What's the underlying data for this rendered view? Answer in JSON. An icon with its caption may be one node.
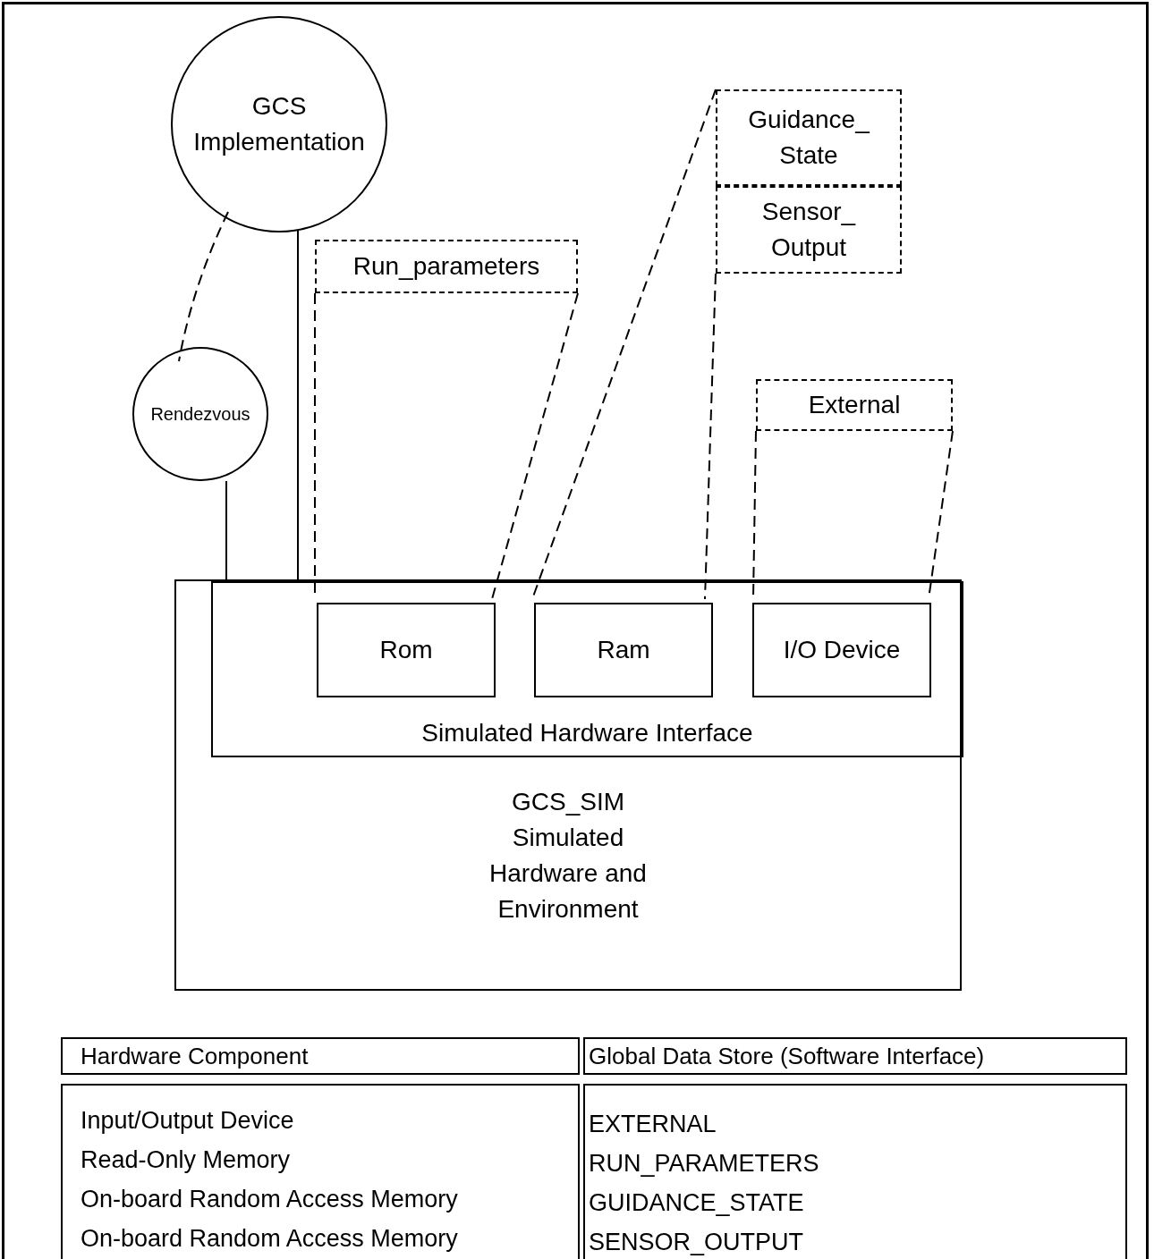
{
  "diagram": {
    "nodes": [
      {
        "text": [
          "GCS Implementation"
        ]
      },
      {
        "text": [
          "Rendezvous"
        ]
      },
      {
        "text": [
          "Run_parameters"
        ]
      },
      {
        "text": [
          "Guidance_ State"
        ]
      },
      {
        "text": [
          "Sensor_ Output"
        ]
      },
      {
        "text": [
          "External"
        ]
      },
      {
        "text": [
          "GCS_SIM Simulated Hardware and Environment"
        ]
      },
      {
        "text": [
          "Simulated Hardware Interface"
        ],
        "in": 6
      },
      {
        "text": [
          "Rom"
        ],
        "in": 7
      },
      {
        "text": [
          "Ram"
        ],
        "in": 7
      },
      {
        "text": [
          "I/O Device"
        ],
        "in": 7
      }
    ],
    "edges": [
      {
        "from": 0,
        "to": 1,
        "arrow": "none",
        "style": "dashed"
      },
      {
        "from": 1,
        "to": 7,
        "arrow": "none"
      },
      {
        "from": 0,
        "to": 7,
        "arrow": "none"
      },
      {
        "from": 2,
        "to": 8,
        "arrow": "none",
        "style": "dashed"
      },
      {
        "from": 2,
        "to": 8,
        "arrow": "none",
        "style": "dashed"
      },
      {
        "from": 3,
        "to": 9,
        "arrow": "none",
        "style": "dashed"
      },
      {
        "from": 4,
        "to": 9,
        "arrow": "none",
        "style": "dashed"
      },
      {
        "from": 5,
        "to": 10,
        "arrow": "none",
        "style": "dashed"
      },
      {
        "from": 5,
        "to": 10,
        "arrow": "none",
        "style": "dashed"
      }
    ],
    "labels": [
      "Hardware Component",
      "Global Data Store (Software Interface)",
      "Input/Output Device",
      "EXTERNAL",
      "Read-Only Memory",
      "RUN_PARAMETERS",
      "On-board Random Access Memory",
      "GUIDANCE_STATE",
      "On-board Random Access Memory",
      "SENSOR_OUTPUT"
    ]
  }
}
